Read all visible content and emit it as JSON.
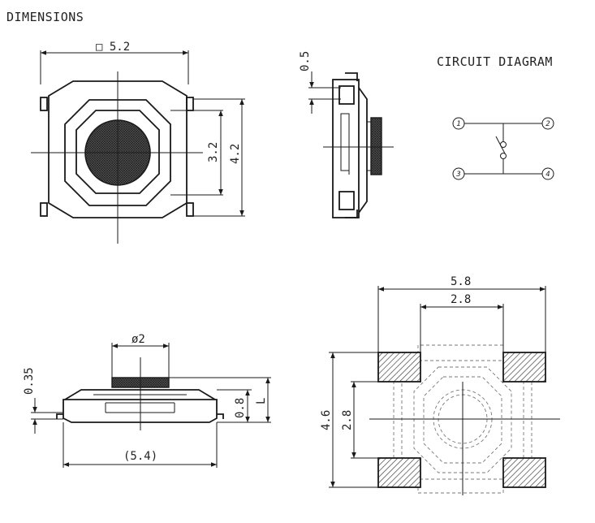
{
  "headings": {
    "dimensions": "DIMENSIONS",
    "circuit": "CIRCUIT DIAGRAM"
  },
  "top_view": {
    "width": "□ 5.2",
    "inner": "3.2",
    "outer": "4.2"
  },
  "side_view": {
    "thickness": "0.5"
  },
  "circuit": {
    "pins": [
      "1",
      "2",
      "3",
      "4"
    ]
  },
  "front_view": {
    "diameter": "ø2",
    "cap": "0.35",
    "body": "0.8",
    "height": "L",
    "length": "(5.4)"
  },
  "footprint": {
    "width": "5.8",
    "inner_width": "2.8",
    "height": "4.6",
    "inner_height": "2.8"
  },
  "colors": {
    "line": "#1a1a1a",
    "dashed": "#777777",
    "hatch": "#555555",
    "plunger": "#444444"
  }
}
